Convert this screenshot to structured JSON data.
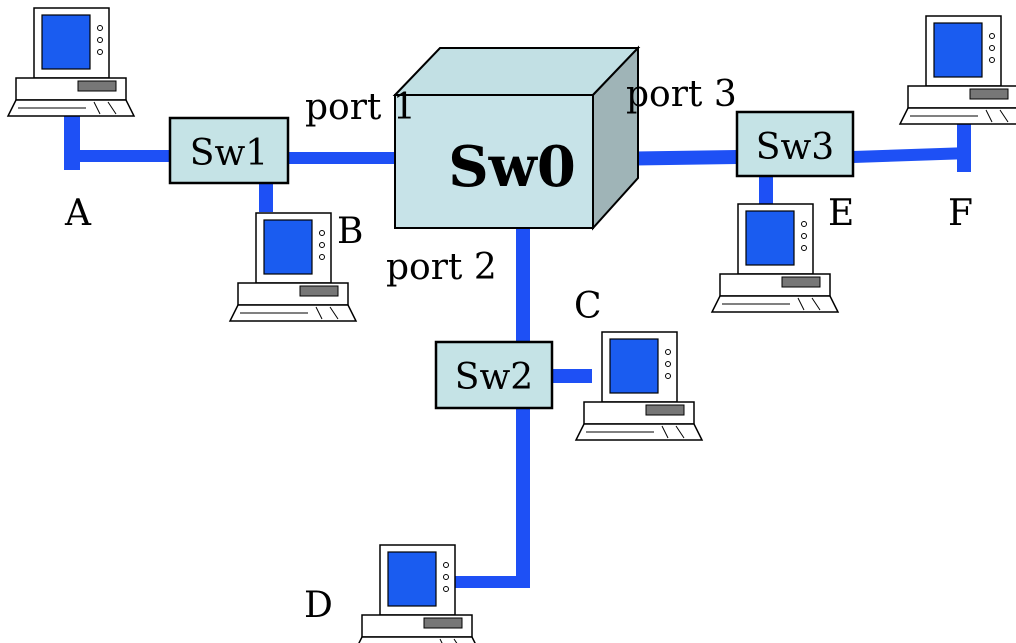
{
  "labels": {
    "port1": "port 1",
    "port2": "port 2",
    "port3": "port 3",
    "hostA": "A",
    "hostB": "B",
    "hostC": "C",
    "hostD": "D",
    "hostE": "E",
    "hostF": "F"
  },
  "switches": {
    "sw0": "Sw0",
    "sw1": "Sw1",
    "sw2": "Sw2",
    "sw3": "Sw3"
  },
  "colors": {
    "link": "#1e50f5",
    "switch_fill": "#c5e3e6",
    "sw0_front": "#c7e3e8",
    "sw0_top": "#c2e0e4",
    "sw0_side": "#9fb4b7",
    "sw0_label": "#ff1a1a",
    "screen": "#1a5cf0"
  }
}
